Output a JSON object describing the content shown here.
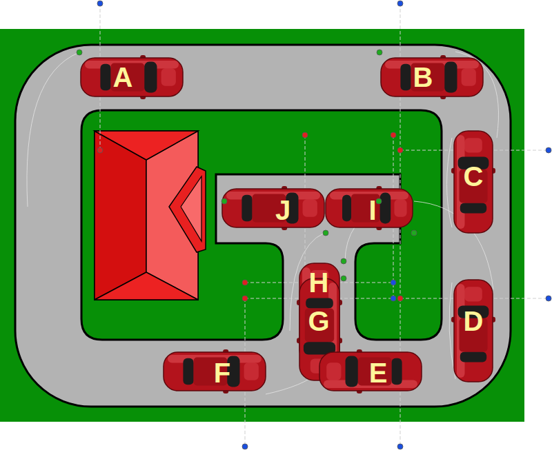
{
  "diagram": {
    "nodes": [
      {
        "text": [
          "A"
        ]
      },
      {
        "text": [
          "B"
        ]
      },
      {
        "text": [
          "C"
        ]
      },
      {
        "text": [
          "J"
        ]
      },
      {
        "text": [
          "I"
        ]
      },
      {
        "text": [
          "H"
        ]
      },
      {
        "text": [
          "G"
        ]
      },
      {
        "text": [
          "D"
        ]
      },
      {
        "text": [
          "F"
        ]
      },
      {
        "text": [
          "E"
        ]
      }
    ]
  }
}
